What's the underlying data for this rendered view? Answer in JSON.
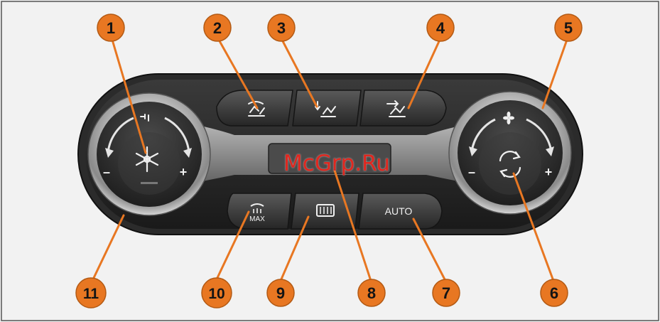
{
  "callouts": [
    {
      "num": "1"
    },
    {
      "num": "2"
    },
    {
      "num": "3"
    },
    {
      "num": "4"
    },
    {
      "num": "5"
    },
    {
      "num": "6"
    },
    {
      "num": "7"
    },
    {
      "num": "8"
    },
    {
      "num": "9"
    },
    {
      "num": "10"
    },
    {
      "num": "11"
    }
  ],
  "buttons": {
    "max_label": "MAX",
    "auto_label": "AUTO"
  },
  "knobs": {
    "left_minus": "–",
    "left_plus": "+",
    "right_minus": "–",
    "right_plus": "+"
  },
  "watermark": "McGrp.Ru",
  "icons": {
    "knob_left": "snowflake-icon",
    "knob_left_top": "air-distribution-icon",
    "knob_right": "air-recirculation-icon",
    "knob_right_top": "fan-icon",
    "button_2": "windshield-and-face-airflow-icon",
    "button_3": "feet-airflow-icon",
    "button_4": "face-airflow-icon",
    "button_9": "rear-defrost-icon",
    "button_10": "windshield-defrost-max-icon"
  },
  "colors": {
    "callout_fill": "#e87722",
    "callout_line": "#e87722",
    "panel": "#2d2d2d",
    "background": "#f2f2f2",
    "watermark": "#e0261e"
  }
}
